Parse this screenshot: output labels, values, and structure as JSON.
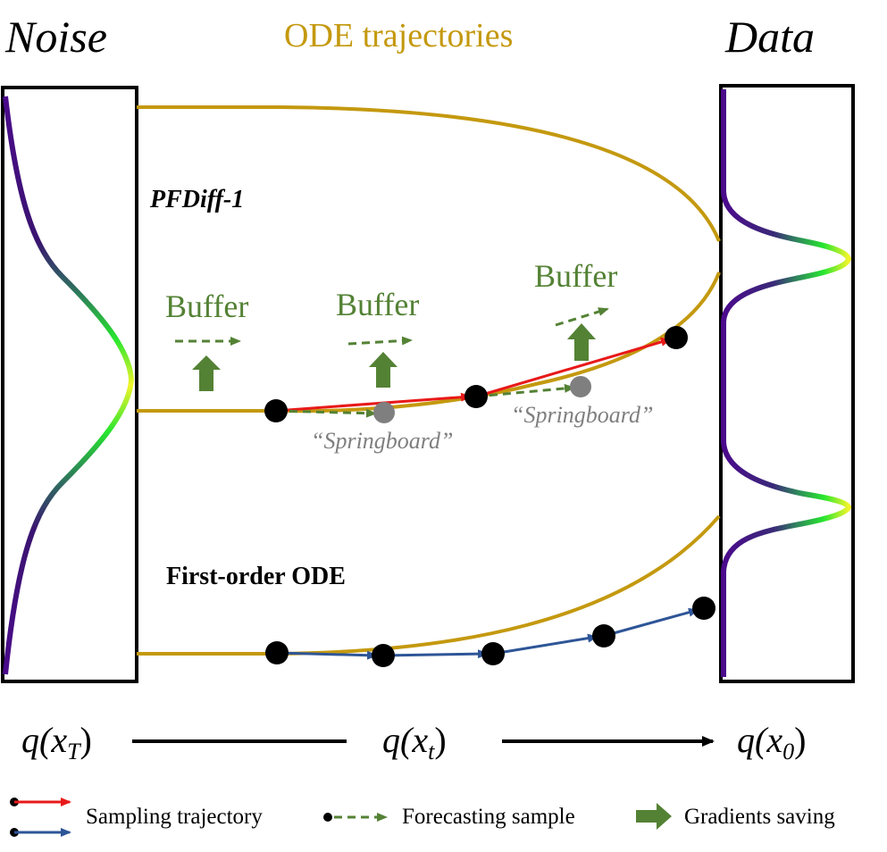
{
  "header": {
    "noise_label": "Noise",
    "center_label": "ODE trajectories",
    "data_label": "Data"
  },
  "panels": {
    "pfdiff_label": "PFDiff-1",
    "first_order_label": "First-order ODE"
  },
  "buffers": {
    "labels": [
      "Buffer",
      "Buffer",
      "Buffer"
    ]
  },
  "springboard": {
    "labels": [
      "“Springboard”",
      "“Springboard”"
    ]
  },
  "axis": {
    "left": "q(x",
    "left_sub": "T",
    "mid": "q(x",
    "mid_sub": "t",
    "right": "q(x",
    "right_sub": "0",
    "close": ")"
  },
  "legend": {
    "sampling": "Sampling trajectory",
    "forecasting": "Forecasting sample",
    "gradients": "Gradients saving"
  },
  "colors": {
    "trajectory": "#C4990F",
    "sampling_red": "#E81919",
    "sampling_blue": "#2E5597",
    "forecast_green": "#548235",
    "buffer_text": "#548235",
    "springboard_gray": "#7F7F7F",
    "dot": "#000000"
  }
}
